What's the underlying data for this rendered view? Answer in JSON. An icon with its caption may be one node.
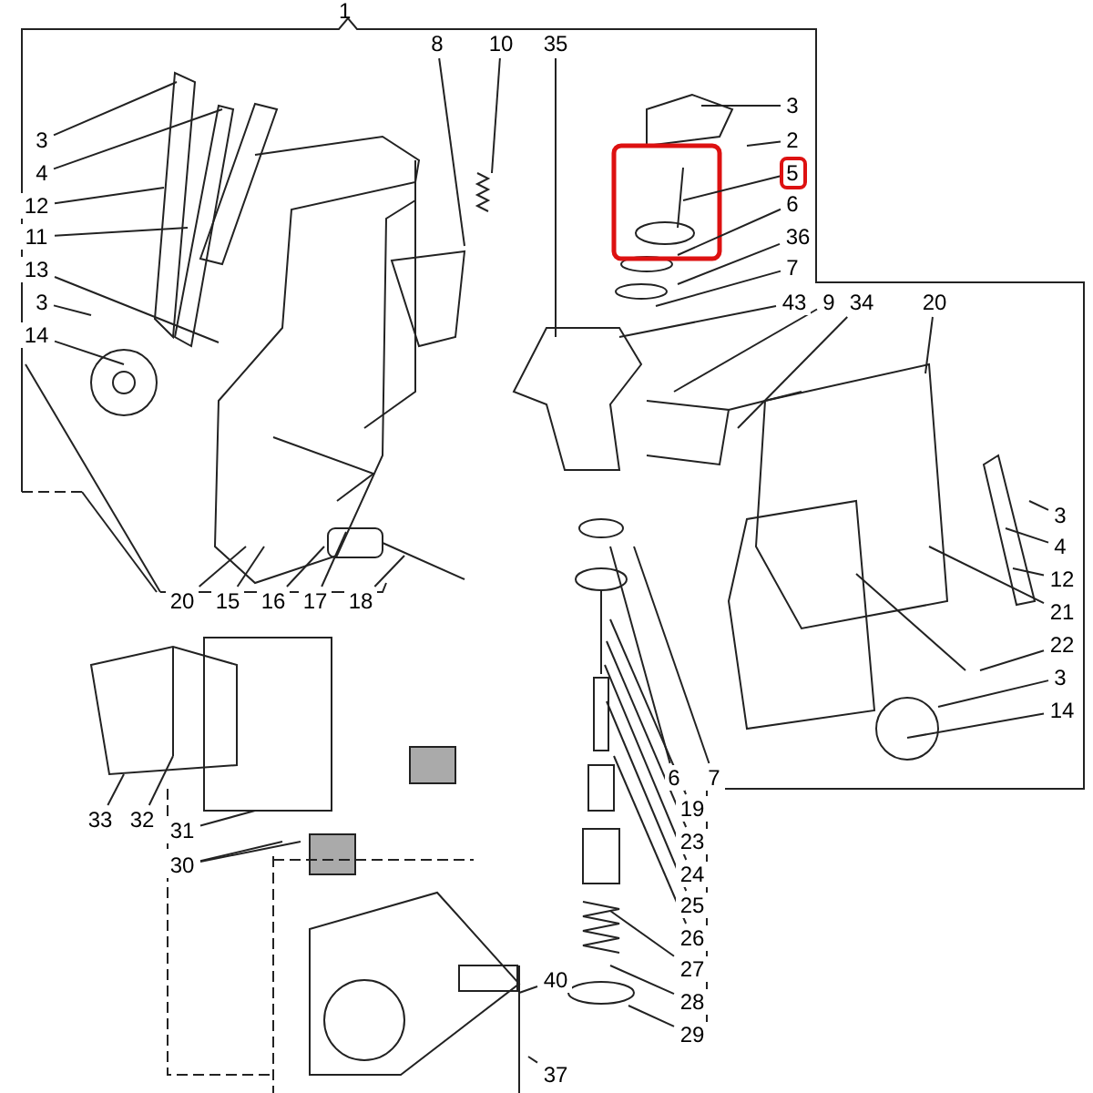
{
  "diagram": {
    "nodes": [
      {
        "text": [
          "8"
        ]
      },
      {
        "text": [
          "10"
        ]
      },
      {
        "text": [
          "35"
        ]
      },
      {
        "text": [
          "3"
        ]
      },
      {
        "text": [
          "4"
        ]
      },
      {
        "text": [
          "12"
        ]
      },
      {
        "text": [
          "11"
        ]
      },
      {
        "text": [
          "13"
        ]
      },
      {
        "text": [
          "3"
        ]
      },
      {
        "text": [
          "14"
        ]
      },
      {
        "text": [
          "3"
        ]
      },
      {
        "text": [
          "2"
        ]
      },
      {
        "text": [
          "5"
        ]
      },
      {
        "text": [
          "6"
        ]
      },
      {
        "text": [
          "36"
        ]
      },
      {
        "text": [
          "7"
        ]
      },
      {
        "text": [
          "43"
        ]
      },
      {
        "text": [
          "9"
        ]
      },
      {
        "text": [
          "34"
        ]
      },
      {
        "text": [
          "20"
        ]
      },
      {
        "text": [
          "3"
        ]
      },
      {
        "text": [
          "4"
        ]
      },
      {
        "text": [
          "12"
        ]
      },
      {
        "text": [
          "21"
        ]
      },
      {
        "text": [
          "22"
        ]
      },
      {
        "text": [
          "3"
        ]
      },
      {
        "text": [
          "14"
        ]
      },
      {
        "text": [
          "20"
        ]
      },
      {
        "text": [
          "15"
        ]
      },
      {
        "text": [
          "16"
        ]
      },
      {
        "text": [
          "17"
        ]
      },
      {
        "text": [
          "18"
        ]
      },
      {
        "text": [
          "6"
        ]
      },
      {
        "text": [
          "7"
        ]
      },
      {
        "text": [
          "19"
        ]
      },
      {
        "text": [
          "23"
        ]
      },
      {
        "text": [
          "24"
        ]
      },
      {
        "text": [
          "25"
        ]
      },
      {
        "text": [
          "26"
        ]
      },
      {
        "text": [
          "27"
        ]
      },
      {
        "text": [
          "28"
        ]
      },
      {
        "text": [
          "29"
        ]
      },
      {
        "text": [
          "33"
        ]
      },
      {
        "text": [
          "32"
        ]
      },
      {
        "text": [
          "31"
        ]
      },
      {
        "text": [
          "30"
        ]
      },
      {
        "text": [
          "40"
        ]
      },
      {
        "text": [
          "37"
        ]
      }
    ],
    "edges": [
      {
        "from": 0,
        "to": null,
        "arrow": "none"
      },
      {
        "from": 1,
        "to": null,
        "arrow": "none"
      },
      {
        "from": 2,
        "to": null,
        "arrow": "none"
      },
      {
        "from": 3,
        "to": null,
        "arrow": "none"
      },
      {
        "from": 4,
        "to": null,
        "arrow": "none"
      },
      {
        "from": 5,
        "to": null,
        "arrow": "none"
      },
      {
        "from": 6,
        "to": null,
        "arrow": "none"
      },
      {
        "from": 7,
        "to": null,
        "arrow": "none"
      },
      {
        "from": 8,
        "to": null,
        "arrow": "none"
      },
      {
        "from": 9,
        "to": null,
        "arrow": "none"
      },
      {
        "from": 10,
        "to": null,
        "arrow": "none"
      },
      {
        "from": 11,
        "to": null,
        "arrow": "none"
      },
      {
        "from": 12,
        "to": null,
        "arrow": "none"
      },
      {
        "from": 13,
        "to": null,
        "arrow": "none"
      },
      {
        "from": 14,
        "to": null,
        "arrow": "none"
      },
      {
        "from": 15,
        "to": null,
        "arrow": "none"
      },
      {
        "from": 16,
        "to": null,
        "arrow": "none"
      },
      {
        "from": 17,
        "to": null,
        "arrow": "none"
      },
      {
        "from": 18,
        "to": null,
        "arrow": "none"
      },
      {
        "from": 19,
        "to": null,
        "arrow": "none"
      },
      {
        "from": 20,
        "to": null,
        "arrow": "none"
      },
      {
        "from": 21,
        "to": null,
        "arrow": "none"
      },
      {
        "from": 22,
        "to": null,
        "arrow": "none"
      },
      {
        "from": 23,
        "to": null,
        "arrow": "none"
      },
      {
        "from": 24,
        "to": null,
        "arrow": "none"
      },
      {
        "from": 25,
        "to": null,
        "arrow": "none"
      },
      {
        "from": 26,
        "to": null,
        "arrow": "none"
      },
      {
        "from": 27,
        "to": null,
        "arrow": "none"
      },
      {
        "from": 28,
        "to": null,
        "arrow": "none"
      },
      {
        "from": 29,
        "to": null,
        "arrow": "none"
      },
      {
        "from": 30,
        "to": null,
        "arrow": "none"
      },
      {
        "from": 31,
        "to": null,
        "arrow": "none"
      },
      {
        "from": 32,
        "to": null,
        "arrow": "none"
      },
      {
        "from": 33,
        "to": null,
        "arrow": "none"
      },
      {
        "from": 34,
        "to": null,
        "arrow": "none"
      },
      {
        "from": 35,
        "to": null,
        "arrow": "none"
      },
      {
        "from": 36,
        "to": null,
        "arrow": "none"
      },
      {
        "from": 37,
        "to": null,
        "arrow": "none"
      },
      {
        "from": 38,
        "to": null,
        "arrow": "none"
      },
      {
        "from": 39,
        "to": null,
        "arrow": "none"
      },
      {
        "from": 40,
        "to": null,
        "arrow": "none"
      },
      {
        "from": 41,
        "to": null,
        "arrow": "none"
      },
      {
        "from": 42,
        "to": null,
        "arrow": "none"
      },
      {
        "from": 43,
        "to": null,
        "arrow": "none"
      },
      {
        "from": 44,
        "to": null,
        "arrow": "none"
      },
      {
        "from": 45,
        "to": null,
        "arrow": "none"
      },
      {
        "from": 45,
        "to": null,
        "arrow": "none"
      },
      {
        "from": 46,
        "to": null,
        "arrow": "none"
      },
      {
        "from": 47,
        "to": null,
        "arrow": "none"
      }
    ],
    "labels": [
      "1"
    ]
  }
}
